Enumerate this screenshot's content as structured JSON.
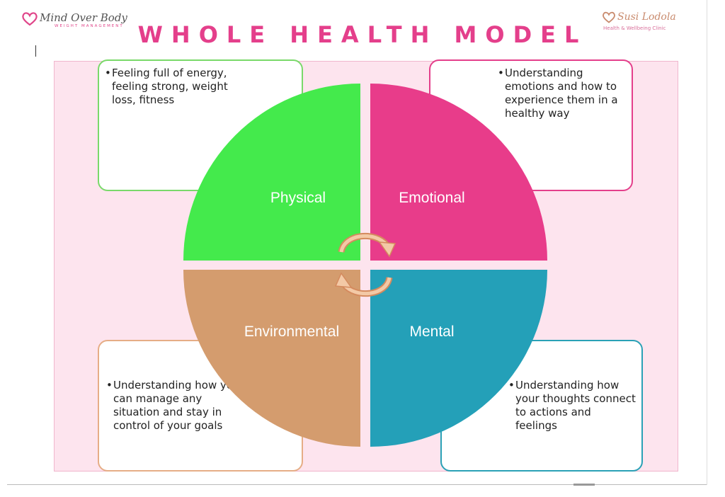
{
  "header": {
    "title": "WHOLE HEALTH MODEL",
    "logo_left": {
      "brand": "Mind Over Body",
      "tagline": "WEIGHT MANAGEMENT",
      "icon": "heart-icon"
    },
    "logo_right": {
      "brand": "Susi Lodola",
      "tagline": "Health & Wellbeing Clinic",
      "icon": "heart-icon"
    }
  },
  "quadrants": [
    {
      "label": "Physical",
      "color": "#44ea4c",
      "description": "Feeling full of energy, feeling strong, weight loss, fitness"
    },
    {
      "label": "Emotional",
      "color": "#e83c8a",
      "description": "Understanding emotions and how to experience them in a healthy way"
    },
    {
      "label": "Environmental",
      "color": "#d49c6e",
      "description": "Understanding how you can manage any situation and stay in control of your goals"
    },
    {
      "label": "Mental",
      "color": "#24a0b8",
      "description": "Understanding how your thoughts connect to actions and feelings"
    }
  ],
  "colors": {
    "title": "#e43f8b",
    "panel": "#fde4ee",
    "arrow_fill": "#f3c9a6",
    "arrow_stroke": "#d48a5e"
  }
}
